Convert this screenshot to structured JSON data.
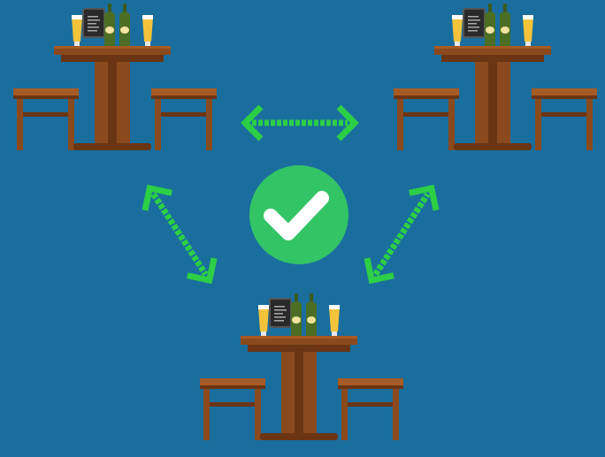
{
  "scene": {
    "background_color": "#1a6e9e",
    "check_color": "#33c466",
    "arrow_color": "#2ccf45",
    "wood_dark": "#6b3514",
    "wood_mid": "#8b4a1d",
    "wood_light": "#a65a25",
    "tables": [
      {
        "label": "table-top-left"
      },
      {
        "label": "table-top-right"
      },
      {
        "label": "table-bottom"
      }
    ],
    "icons": {
      "check": "check-icon",
      "arrows": [
        "double-arrow-horizontal-icon",
        "double-arrow-left-diagonal-icon",
        "double-arrow-right-diagonal-icon"
      ]
    }
  }
}
